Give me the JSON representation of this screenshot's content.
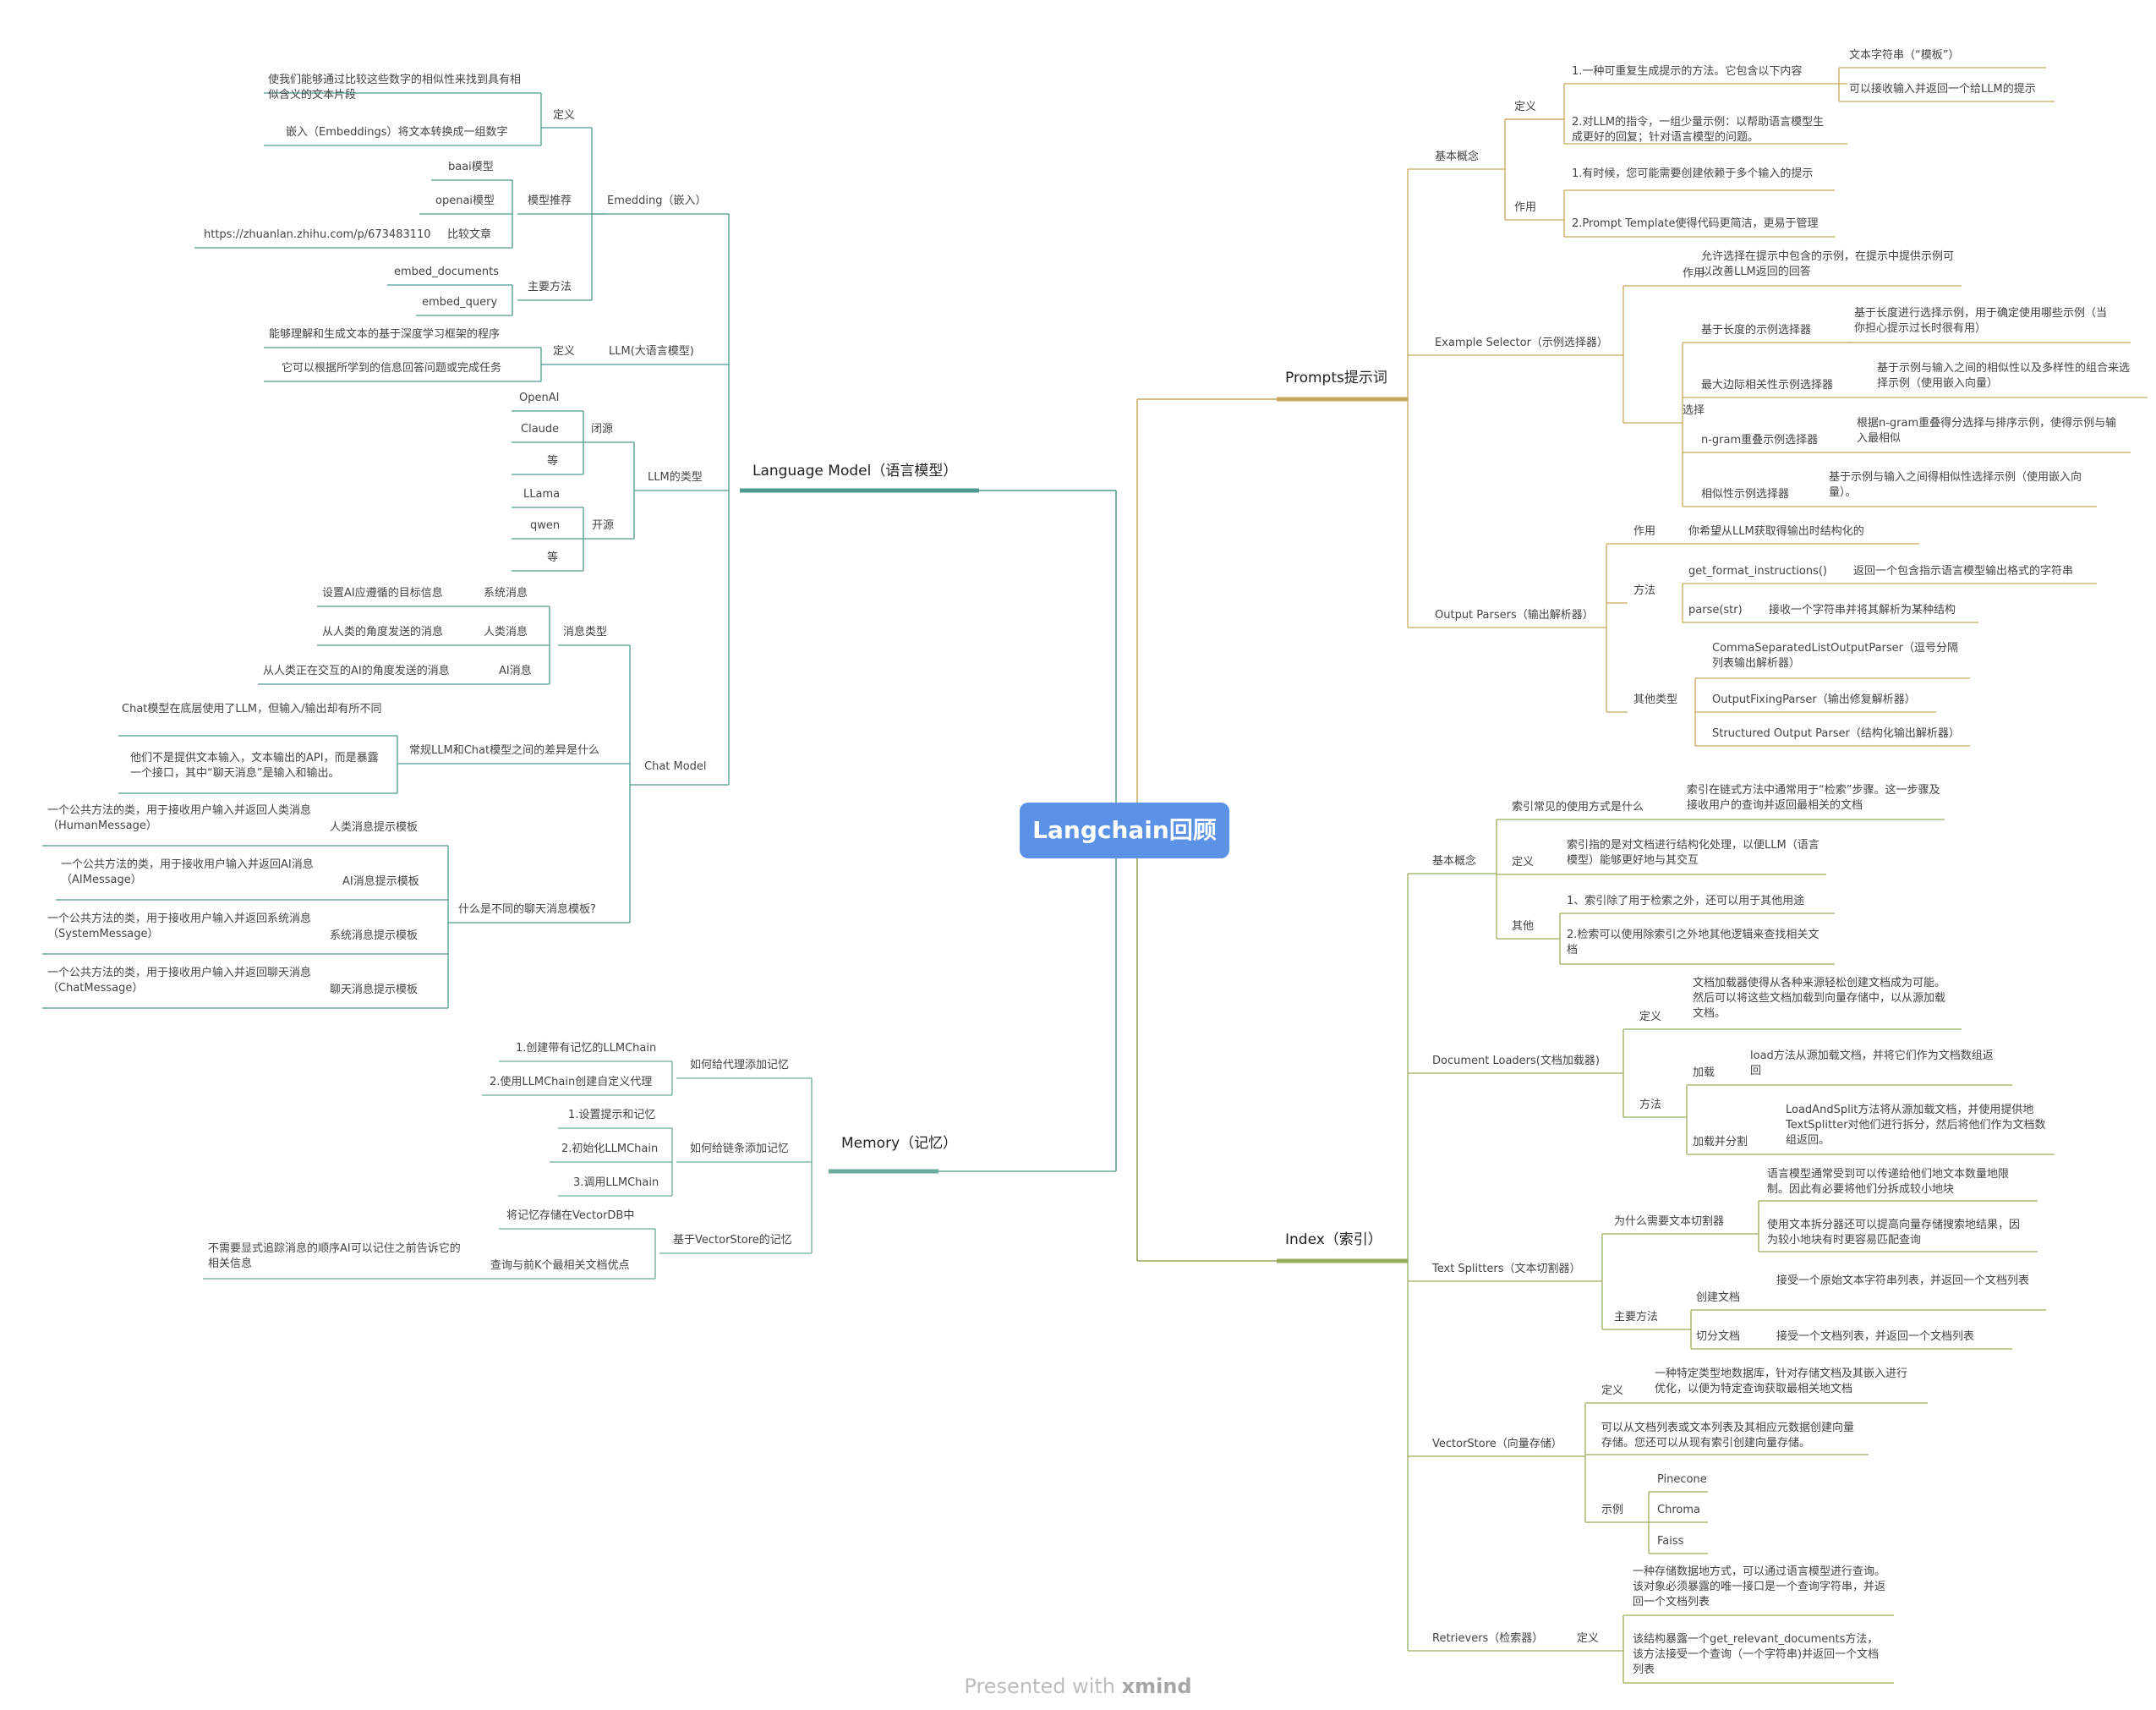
{
  "title": "Langchain回顾",
  "footer": {
    "presented": "Presented with",
    "brand": "xmind"
  },
  "colors": {
    "center": "#5b92e6",
    "language": "#4e9a8f",
    "memory": "#6aab9c",
    "prompts": "#c8a95a",
    "index": "#97ad5e"
  },
  "language_model": {
    "title": "Language Model（语言模型）",
    "emedding": {
      "label": "Emedding（嵌入）",
      "def_label": "定义",
      "def_items": [
        "使我们能够通过比较这些数字的相似性来找到具有相似含义的文本片段",
        "嵌入（Embeddings）将文本转换成一组数字"
      ],
      "model_label": "模型推荐",
      "models": [
        "baai模型",
        "openai模型"
      ],
      "compare_label": "比较文章",
      "compare_url": "https://zhuanlan.zhihu.com/p/673483110",
      "method_label": "主要方法",
      "methods": [
        "embed_documents",
        "embed_query"
      ]
    },
    "llm": {
      "label": "LLM(大语言模型)",
      "def_label": "定义",
      "def_items": [
        "能够理解和生成文本的基于深度学习框架的程序",
        "它可以根据所学到的信息回答问题或完成任务"
      ]
    },
    "llm_types": {
      "label": "LLM的类型",
      "closed_label": "闭源",
      "closed": [
        "OpenAI",
        "Claude",
        "等"
      ],
      "open_label": "开源",
      "open": [
        "LLama",
        "qwen",
        "等"
      ]
    },
    "chat_model": {
      "label": "Chat Model",
      "msg_types_label": "消息类型",
      "msg_types": [
        {
          "desc": "设置AI应遵循的目标信息",
          "name": "系统消息"
        },
        {
          "desc": "从人类的角度发送的消息",
          "name": "人类消息"
        },
        {
          "desc": "从人类正在交互的AI的角度发送的消息",
          "name": "AI消息"
        }
      ],
      "diff_label": "常规LLM和Chat模型之间的差异是什么",
      "diff_items": [
        "Chat模型在底层使用了LLM，但输入/输出却有所不同",
        "他们不是提供文本输入，文本输出的API，而是暴露一个接口，其中“聊天消息”是输入和输出。"
      ],
      "templates_label": "什么是不同的聊天消息模板?",
      "templates": [
        {
          "desc": "一个公共方法的类，用于接收用户输入并返回人类消息（HumanMessage）",
          "name": "人类消息提示模板"
        },
        {
          "desc": "一个公共方法的类，用于接收用户输入并返回AI消息（AIMessage）",
          "name": "AI消息提示模板"
        },
        {
          "desc": "一个公共方法的类，用于接收用户输入并返回系统消息（SystemMessage）",
          "name": "系统消息提示模板"
        },
        {
          "desc": "一个公共方法的类，用于接收用户输入并返回聊天消息（ChatMessage）",
          "name": "聊天消息提示模板"
        }
      ]
    }
  },
  "memory": {
    "title": "Memory（记忆）",
    "agent_label": "如何给代理添加记忆",
    "agent_items": [
      "1.创建带有记忆的LLMChain",
      "2.使用LLMChain创建自定义代理"
    ],
    "chain_label": "如何给链条添加记忆",
    "chain_items": [
      "1.设置提示和记忆",
      "2.初始化LLMChain",
      "3.调用LLMChain"
    ],
    "vs_label": "基于VectorStore的记忆",
    "vs_store": "将记忆存储在VectorDB中",
    "vs_query": "查询与前K个最相关文档优点",
    "vs_query_detail": "不需要显式追踪消息的顺序AI可以记住之前告诉它的相关信息"
  },
  "prompts": {
    "title": "Prompts提示词",
    "basic": {
      "label": "基本概念",
      "def_label": "定义",
      "def1": "1.一种可重复生成提示的方法。它包含以下内容",
      "def1_items": [
        "文本字符串（“模板”）",
        "可以接收输入并返回一个给LLM的提示"
      ],
      "def2": "2.对LLM的指令，一组少量示例：以帮助语言模型生成更好的回复；针对语言模型的问题。",
      "use_label": "作用",
      "use_items": [
        "1.有时候，您可能需要创建依赖于多个输入的提示",
        "2.Prompt Template使得代码更简洁，更易于管理"
      ]
    },
    "example_selector": {
      "label": "Example Selector（示例选择器）",
      "use_label": "作用",
      "use_text": "允许选择在提示中包含的示例，在提示中提供示例可以改善LLM返回的回答",
      "select_label": "选择",
      "selectors": [
        {
          "name": "基于长度的示例选择器",
          "desc": "基于长度进行选择示例，用于确定使用哪些示例（当你担心提示过长时很有用）"
        },
        {
          "name": "最大边际相关性示例选择器",
          "desc": "基于示例与输入之间的相似性以及多样性的组合来选择示例（使用嵌入向量）"
        },
        {
          "name": "n-gram重叠示例选择器",
          "desc": "根据n-gram重叠得分选择与排序示例，使得示例与输入最相似"
        },
        {
          "name": "相似性示例选择器",
          "desc": "基于示例与输入之间得相似性选择示例（使用嵌入向量）。"
        }
      ]
    },
    "output_parsers": {
      "label": "Output Parsers（输出解析器）",
      "use_label": "作用",
      "use_text": "你希望从LLM获取得输出时结构化的",
      "method_label": "方法",
      "methods": [
        {
          "name": "get_format_instructions()",
          "desc": "返回一个包含指示语言模型输出格式的字符串"
        },
        {
          "name": "parse(str)",
          "desc": "接收一个字符串并将其解析为某种结构"
        }
      ],
      "other_label": "其他类型",
      "others": [
        "CommaSeparatedListOutputParser（逗号分隔列表输出解析器）",
        "OutputFixingParser（输出修复解析器）",
        "Structured Output Parser（结构化输出解析器）"
      ]
    }
  },
  "index": {
    "title": "Index（索引）",
    "basic": {
      "label": "基本概念",
      "usage_label": "索引常见的使用方式是什么",
      "usage_text": "索引在链式方法中通常用于“检索”步骤。这一步骤及接收用户的查询并返回最相关的文档",
      "def_label": "定义",
      "def_text": "索引指的是对文档进行结构化处理，以便LLM（语言模型）能够更好地与其交互",
      "other_label": "其他",
      "others": [
        "1、索引除了用于检索之外，还可以用于其他用途",
        "2.检索可以使用除索引之外地其他逻辑来查找相关文档"
      ]
    },
    "loaders": {
      "label": "Document Loaders(文档加载器)",
      "def_label": "定义",
      "def_text": "文档加载器使得从各种来源轻松创建文档成为可能。然后可以将这些文档加载到向量存储中，以从源加载文档。",
      "method_label": "方法",
      "load_label": "加载",
      "load_text": "load方法从源加载文档，并将它们作为文档数组返回",
      "split_label": "加载并分割",
      "split_text": "LoadAndSplit方法将从源加载文档，并使用提供地TextSplitter对他们进行拆分，然后将他们作为文档数组返回。"
    },
    "splitters": {
      "label": "Text Splitters（文本切割器）",
      "why_label": "为什么需要文本切割器",
      "why_items": [
        "语言模型通常受到可以传递给他们地文本数量地限制。因此有必要将他们分拆成较小地块",
        "使用文本拆分器还可以提高向量存储搜索地结果，因为较小地块有时更容易匹配查询"
      ],
      "method_label": "主要方法",
      "create_label": "创建文档",
      "create_text": "接受一个原始文本字符串列表，并返回一个文档列表",
      "split_label": "切分文档",
      "split_text": "接受一个文档列表，并返回一个文档列表"
    },
    "vectorstore": {
      "label": "VectorStore（向量存储）",
      "def_label": "定义",
      "def_items": [
        "一种特定类型地数据库，针对存储文档及其嵌入进行优化，以便为特定查询获取最相关地文档",
        "可以从文档列表或文本列表及其相应元数据创建向量存储。您还可以从现有索引创建向量存储。"
      ],
      "example_label": "示例",
      "examples": [
        "Pinecone",
        "Chroma",
        "Faiss"
      ]
    },
    "retrievers": {
      "label": "Retrievers（检索器）",
      "def_label": "定义",
      "def_items": [
        "一种存储数据地方式，可以通过语言模型进行查询。该对象必须暴露的唯一接口是一个查询字符串，并返回一个文档列表",
        "该结构暴露一个get_relevant_documents方法，该方法接受一个查询（一个字符串)并返回一个文档列表"
      ]
    }
  }
}
